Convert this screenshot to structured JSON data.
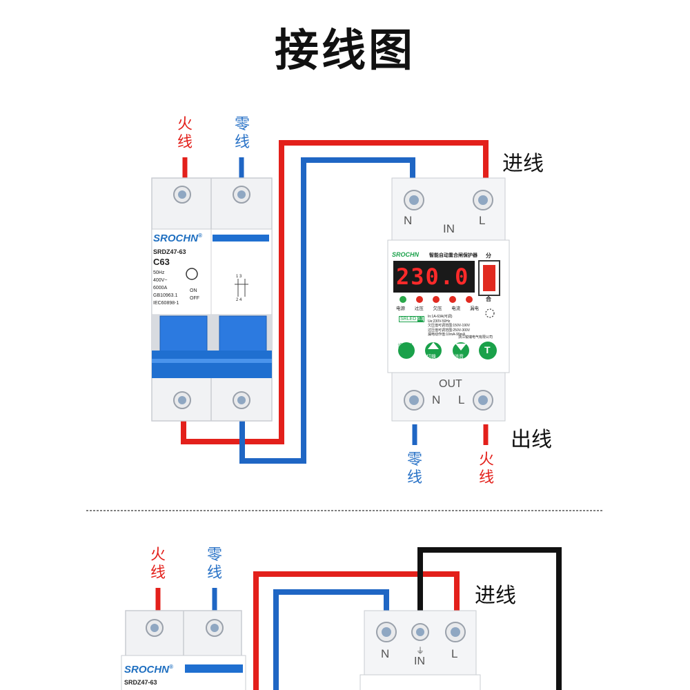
{
  "title": "接线图",
  "diagram1": {
    "breaker": {
      "brand": "SROCHN",
      "reg": "®",
      "model": "SRDZ47-63",
      "rating": "C63",
      "spec_lines": [
        "50Hz",
        "400V~",
        "6000A",
        "GB10963.1",
        "IEC60898-1"
      ],
      "on": "ON",
      "off": "OFF",
      "terminals_top": "1  3",
      "terminals_bot": "2  4"
    },
    "labels": {
      "live_top": "火\n线",
      "neutral_top": "零\n线",
      "incoming": "进线",
      "outgoing": "出线",
      "neutral_bottom": "零\n线",
      "live_bottom": "火\n线"
    },
    "protector": {
      "brand": "SROCHN",
      "name": "智能自动重合闸保护器",
      "display": "230.0",
      "switch_top": "分",
      "switch_bottom": "合",
      "leds": [
        "电源",
        "过压",
        "欠压",
        "电流",
        "漏电"
      ],
      "model_tag": "SRLED",
      "model_num": "63",
      "spec": [
        "In:1A-63A(可调)",
        "Ue:230V-50Hz",
        "欠压值可调范围:150V-190V",
        "过压值可调范围:250V-300V",
        "漏电动作值:10mA-99mA"
      ],
      "company": "浙江锐瑞电气有限公司",
      "buttons": [
        "设置切换",
        "切换",
        "消音",
        "T"
      ],
      "in_label": "IN",
      "out_label": "OUT",
      "n": "N",
      "l": "L"
    }
  },
  "diagram2": {
    "labels": {
      "live_top": "火\n线",
      "neutral_top": "零\n线",
      "incoming": "进线"
    },
    "breaker": {
      "brand": "SROCHN",
      "reg": "®",
      "model": "SRDZ47-63"
    },
    "protector": {
      "n": "N",
      "l": "L",
      "in_label": "IN",
      "ground": "⏚"
    }
  },
  "colors": {
    "live": "#e3201b",
    "neutral": "#1f66c4",
    "earth": "#111111",
    "breaker_blue": "#1f6fd0"
  }
}
